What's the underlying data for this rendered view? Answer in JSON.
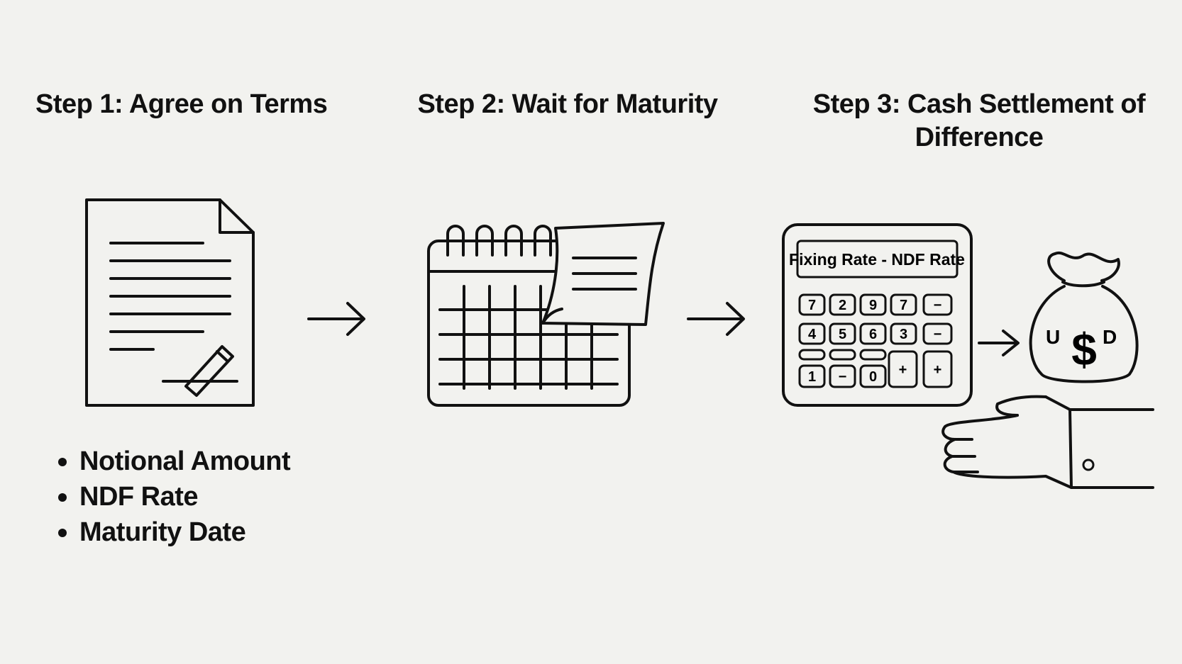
{
  "steps": [
    {
      "title": "Step 1: Agree on Terms"
    },
    {
      "title": "Step 2: Wait for Maturity"
    },
    {
      "title": "Step 3: Cash Settlement of Difference"
    }
  ],
  "terms": [
    "Notional Amount",
    "NDF Rate",
    "Maturity Date"
  ],
  "calculator": {
    "display": "Fixing Rate - NDF Rate",
    "keys_row1": [
      "7",
      "2",
      "9",
      "7",
      "−"
    ],
    "keys_row2": [
      "4",
      "5",
      "6",
      "3",
      "−"
    ],
    "keys_row4": [
      "1",
      "−",
      "0",
      "+",
      "+"
    ]
  },
  "money_bag": {
    "currency_left": "U",
    "currency_symbol": "$",
    "currency_right": "D"
  },
  "icons": [
    "document-icon",
    "pen-icon",
    "calendar-icon",
    "calculator-icon",
    "money-bag-icon",
    "hand-icon",
    "arrow-right-icon"
  ],
  "colors": {
    "background": "#f2f2ef",
    "ink": "#111111"
  }
}
